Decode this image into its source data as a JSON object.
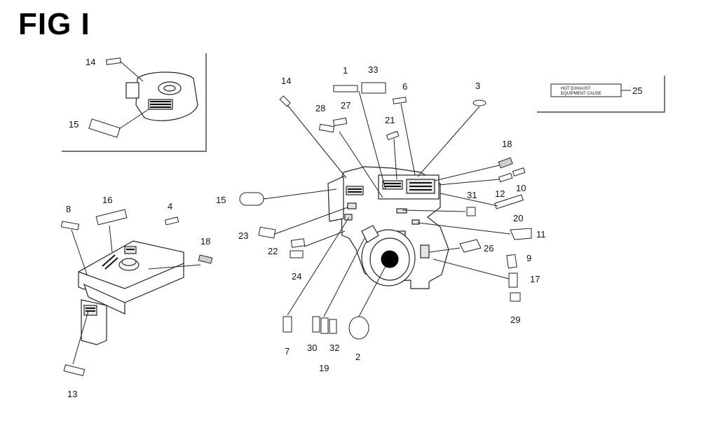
{
  "figure": {
    "title": "FIG I",
    "placard_text_line1": "HOT EXHAUST",
    "placard_text_line2": "EQUIPMENT CAUSE",
    "callouts": [
      "1",
      "2",
      "3",
      "4",
      "6",
      "7",
      "8",
      "9",
      "10",
      "11",
      "12",
      "13",
      "14",
      "14",
      "15",
      "15",
      "16",
      "17",
      "18",
      "18",
      "19",
      "20",
      "21",
      "22",
      "23",
      "24",
      "25",
      "26",
      "27",
      "28",
      "29",
      "30",
      "31",
      "32",
      "33"
    ]
  }
}
